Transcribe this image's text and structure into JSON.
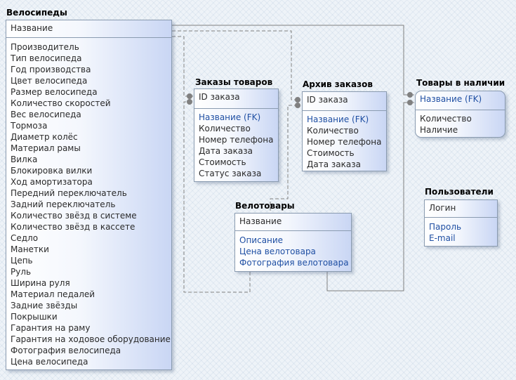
{
  "entities": {
    "bikes": {
      "title": "Велосипеды",
      "pk": [
        "Название"
      ],
      "attrs": [
        "Производитель",
        "Тип велосипеда",
        "Год производства",
        "Цвет велосипеда",
        "Размер велосипеда",
        "Количество скоростей",
        "Вес велосипеда",
        "Тормоза",
        "Диаметр колёс",
        "Материал рамы",
        "Вилка",
        "Блокировка вилки",
        "Ход амортизатора",
        "Передний переключатель",
        "Задний переключатель",
        "Количество звёзд в системе",
        "Количество звёзд в кассете",
        "Седло",
        "Манетки",
        "Цепь",
        "Руль",
        "Ширина руля",
        "Материал педалей",
        "Задние звёзды",
        "Покрышки",
        "Гарантия на раму",
        "Гарантия на ходовое оборудование",
        "Фотография велосипеда",
        "Цена велосипеда"
      ]
    },
    "orders": {
      "title": "Заказы товаров",
      "pk": [
        "ID заказа"
      ],
      "fk": [
        "Название (FK)"
      ],
      "attrs": [
        "Количество",
        "Номер телефона",
        "Дата заказа",
        "Стоимость",
        "Статус заказа"
      ]
    },
    "archive": {
      "title": "Архив заказов",
      "pk": [
        "ID заказа"
      ],
      "fk": [
        "Название (FK)"
      ],
      "attrs": [
        "Количество",
        "Номер телефона",
        "Стоимость",
        "Дата заказа"
      ]
    },
    "stock": {
      "title": "Товары в наличии",
      "pk": [
        "Название (FK)"
      ],
      "attrs": [
        "Количество",
        "Наличие"
      ]
    },
    "users": {
      "title": "Пользователи",
      "pk": [
        "Логин"
      ],
      "attrs": [
        "Пароль",
        "E-mail"
      ]
    },
    "goods": {
      "title": "Велотовары",
      "pk": [
        "Название"
      ],
      "attrs": [
        "Описание",
        "Цена велотовара",
        "Фотография велотовара"
      ]
    }
  },
  "colors": {
    "key": "#1f4fa3",
    "text": "#2a2a2a",
    "border": "#8a9bb0",
    "line": "#808080"
  }
}
